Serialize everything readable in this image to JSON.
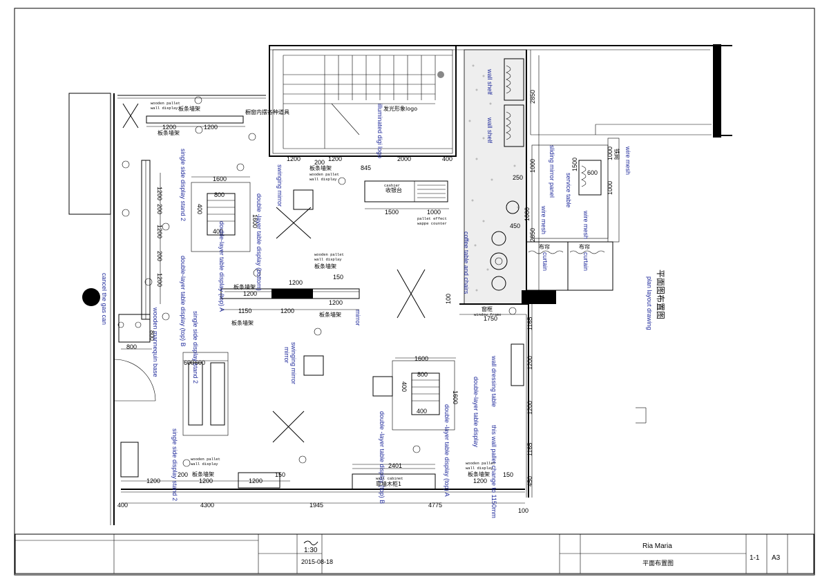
{
  "labels": {
    "illuminated_logo": "illuminated digi logo",
    "illuminated_logo_cn": "发光形象logo",
    "wall_shelf_1": "wall shelf",
    "wall_shelf_2": "wall shelf",
    "sliding_mirror": "sliding mirror panel",
    "service_table": "service table",
    "wire_mesh_1": "wire mesh",
    "wire_mesh_2": "wire mesh",
    "wire_mesh_3": "wire mesh",
    "coffee_table": "coffee table and chairs",
    "curtain_1": "curtain",
    "curtain_2": "curtain",
    "plan_layout_en": "plan layout drawing",
    "plan_layout_cn": "平面图布置图",
    "single_side_2a": "single side display stand 2",
    "double_layer_b": "double-layer table display (top) B",
    "double_layer_a": "double-layer table display (top) A",
    "double_layer_bottom": "double -layer table display (bottom)",
    "swinging_mirror_1": "swinging mirror",
    "swinging_mirror_2": "swinging mirror",
    "mirror_1": "mirror",
    "mirror_2": "mirror",
    "cancel_gas": "cancel the gas can",
    "mannequin_base": "wooden mannequin base",
    "single_side_2b": "single side display stand 2",
    "single_side_2c": "single side display stand 2",
    "wall_dressing": "wall dressing table",
    "double_layer_table_display": "double-layer table display",
    "dl_table_top_a": "double -layer table display (top) A",
    "dl_table_top_b": "double -layer table display (top) B",
    "wall_pallet_change": "this wall pallet change to 1150mm"
  },
  "cn_labels": {
    "slat_wall": "板条墙架",
    "cashier": "收银台",
    "cashier_en": "cashier",
    "window_frame": "窗框",
    "window_frame_en": "window frame",
    "pallet_effect": "pallet effect",
    "wappe_counter": "wappe counter",
    "wooden_pallet": "wooden pallet",
    "wall_display": "wall display",
    "wall_cabinet": "wall cabinet",
    "wall_cabinet_cn": "靠墙木柜1",
    "cloth_1": "布帘",
    "cloth_2": "布帘",
    "mesh_cn": "铁网",
    "window_props": "橱窗内摆各种道具"
  },
  "dimensions": {
    "top": [
      "1200",
      "1200",
      "200",
      "1200",
      "2000",
      "400",
      "845",
      "1500",
      "1000"
    ],
    "right": [
      "2850",
      "1000",
      "2850",
      "250",
      "1000",
      "450",
      "1000",
      "1500",
      "600",
      "1000",
      "1000",
      "100",
      "1750",
      "1165",
      "1200",
      "1200",
      "1165",
      "450"
    ],
    "left": [
      "1200",
      "200",
      "1200",
      "200",
      "1200",
      "800",
      "800",
      "800"
    ],
    "center": [
      "1600",
      "800",
      "400",
      "1600",
      "400",
      "1200",
      "1150",
      "1200",
      "1200",
      "1200",
      "150",
      "1600",
      "800",
      "400",
      "1600",
      "400",
      "600",
      "600"
    ],
    "bottom": [
      "1200",
      "200",
      "1200",
      "1200",
      "150",
      "2401",
      "1200",
      "150",
      "400",
      "4300",
      "1945",
      "4775",
      "100"
    ]
  },
  "title_block": {
    "project_name": "Ria Maria",
    "drawing_title": "平面布置图",
    "scale": "1:30",
    "date": "2015-08-18",
    "sheet_no": "1-1",
    "paper_size": "A3"
  }
}
